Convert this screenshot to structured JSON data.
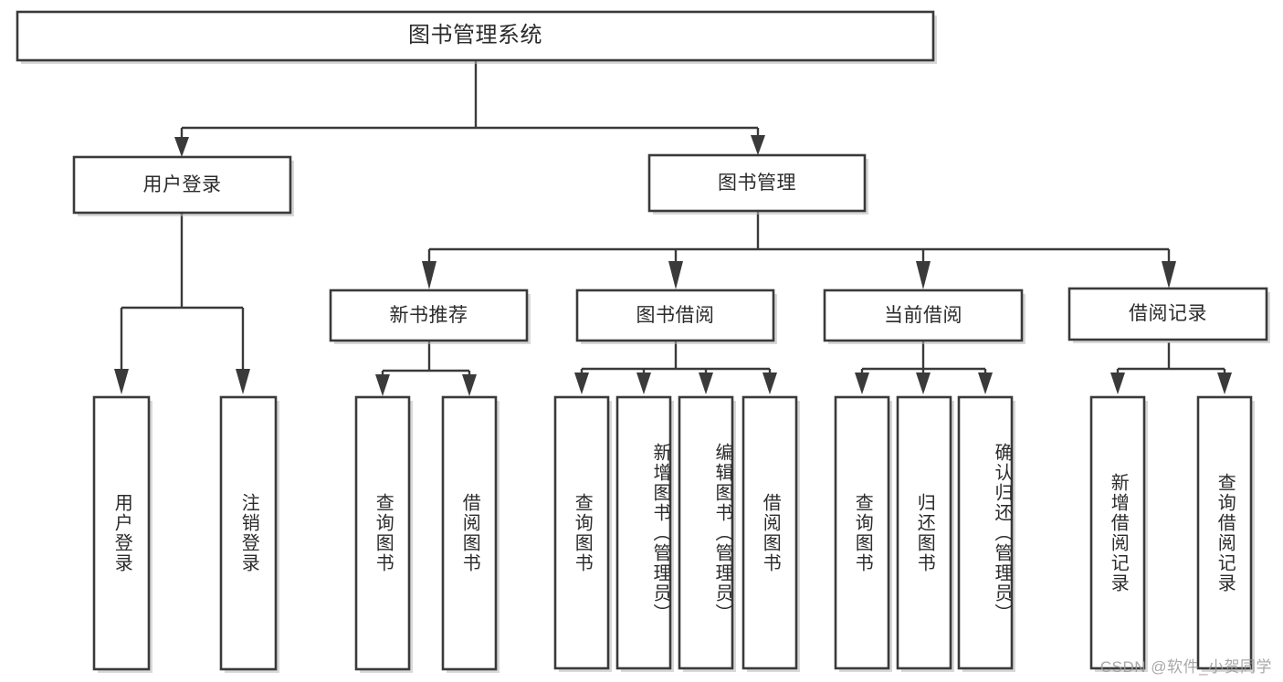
{
  "diagram": {
    "title": "图书管理系统",
    "type": "hierarchy-tree",
    "watermark": "CSDN @软件_小贺同学",
    "colors": {
      "box_stroke": "#3a3a3a",
      "box_fill": "#ffffff",
      "text": "#2b2b2b",
      "background": "#ffffff",
      "watermark": "#9a9a9a"
    },
    "nodes": {
      "root": {
        "label": "图书管理系统",
        "level": 0,
        "orientation": "horizontal"
      },
      "user_login": {
        "label": "用户登录",
        "level": 1,
        "orientation": "horizontal"
      },
      "book_manage": {
        "label": "图书管理",
        "level": 1,
        "orientation": "horizontal"
      },
      "new_book_rec": {
        "label": "新书推荐",
        "level": 2,
        "orientation": "horizontal"
      },
      "book_borrow": {
        "label": "图书借阅",
        "level": 2,
        "orientation": "horizontal"
      },
      "current_borrow": {
        "label": "当前借阅",
        "level": 2,
        "orientation": "horizontal"
      },
      "borrow_record": {
        "label": "借阅记录",
        "level": 2,
        "orientation": "horizontal"
      },
      "leaf_user_login": {
        "label": "用户登录",
        "level": 3,
        "orientation": "vertical"
      },
      "leaf_logout": {
        "label": "注销登录",
        "level": 3,
        "orientation": "vertical"
      },
      "leaf_query_book_1": {
        "label": "查询图书",
        "level": 3,
        "orientation": "vertical"
      },
      "leaf_borrow_book_1": {
        "label": "借阅图书",
        "level": 3,
        "orientation": "vertical"
      },
      "leaf_query_book_2": {
        "label": "查询图书",
        "level": 3,
        "orientation": "vertical"
      },
      "leaf_add_book": {
        "label": "新增图书（管理员）",
        "level": 3,
        "orientation": "vertical"
      },
      "leaf_edit_book": {
        "label": "编辑图书（管理员）",
        "level": 3,
        "orientation": "vertical"
      },
      "leaf_borrow_book_2": {
        "label": "借阅图书",
        "level": 3,
        "orientation": "vertical"
      },
      "leaf_query_book_3": {
        "label": "查询图书",
        "level": 3,
        "orientation": "vertical"
      },
      "leaf_return_book": {
        "label": "归还图书",
        "level": 3,
        "orientation": "vertical"
      },
      "leaf_confirm_return": {
        "label": "确认归还（管理员）",
        "level": 3,
        "orientation": "vertical"
      },
      "leaf_add_record": {
        "label": "新增借阅记录",
        "level": 3,
        "orientation": "vertical"
      },
      "leaf_query_record": {
        "label": "查询借阅记录",
        "level": 3,
        "orientation": "vertical"
      }
    },
    "edges": [
      {
        "from": "root",
        "to": "user_login"
      },
      {
        "from": "root",
        "to": "book_manage"
      },
      {
        "from": "user_login",
        "to": "leaf_user_login"
      },
      {
        "from": "user_login",
        "to": "leaf_logout"
      },
      {
        "from": "book_manage",
        "to": "new_book_rec"
      },
      {
        "from": "book_manage",
        "to": "book_borrow"
      },
      {
        "from": "book_manage",
        "to": "current_borrow"
      },
      {
        "from": "book_manage",
        "to": "borrow_record"
      },
      {
        "from": "new_book_rec",
        "to": "leaf_query_book_1"
      },
      {
        "from": "new_book_rec",
        "to": "leaf_borrow_book_1"
      },
      {
        "from": "book_borrow",
        "to": "leaf_query_book_2"
      },
      {
        "from": "book_borrow",
        "to": "leaf_add_book"
      },
      {
        "from": "book_borrow",
        "to": "leaf_edit_book"
      },
      {
        "from": "book_borrow",
        "to": "leaf_borrow_book_2"
      },
      {
        "from": "current_borrow",
        "to": "leaf_query_book_3"
      },
      {
        "from": "current_borrow",
        "to": "leaf_return_book"
      },
      {
        "from": "current_borrow",
        "to": "leaf_confirm_return"
      },
      {
        "from": "borrow_record",
        "to": "leaf_add_record"
      },
      {
        "from": "borrow_record",
        "to": "leaf_query_record"
      }
    ]
  }
}
